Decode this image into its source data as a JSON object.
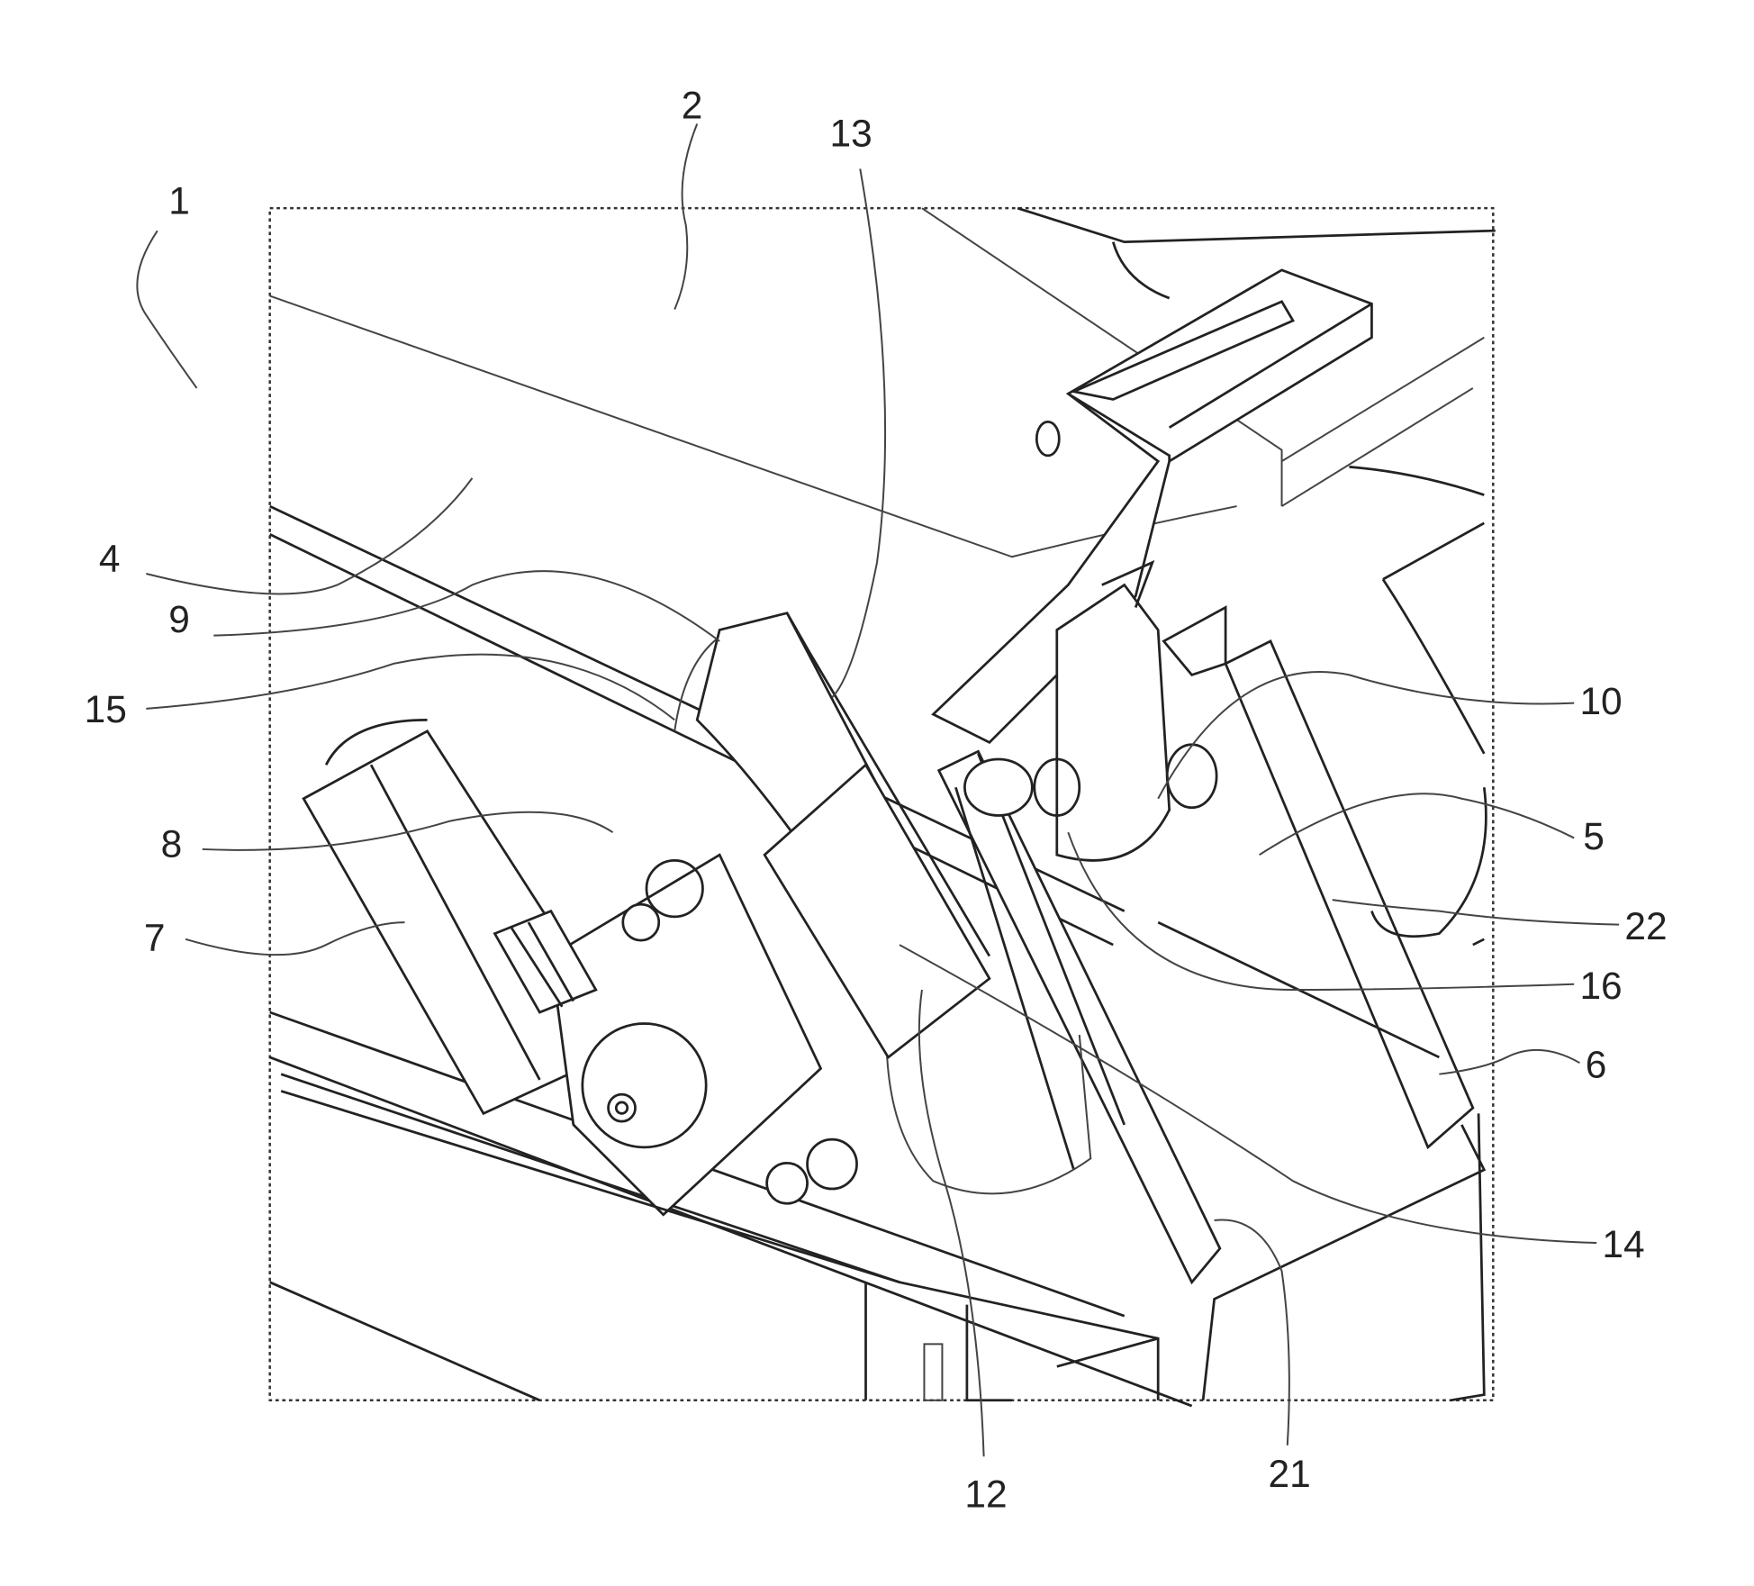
{
  "figure": {
    "reference_numerals": {
      "device": "1",
      "upper_assembly": "2",
      "direction_arrow": "4",
      "part_5": "5",
      "part_6": "6",
      "part_7": "7",
      "part_8": "8",
      "part_9": "9",
      "part_10": "10",
      "part_12": "12",
      "part_13": "13",
      "part_14": "14",
      "part_15": "15",
      "part_16": "16",
      "part_21": "21",
      "part_22": "22"
    }
  }
}
